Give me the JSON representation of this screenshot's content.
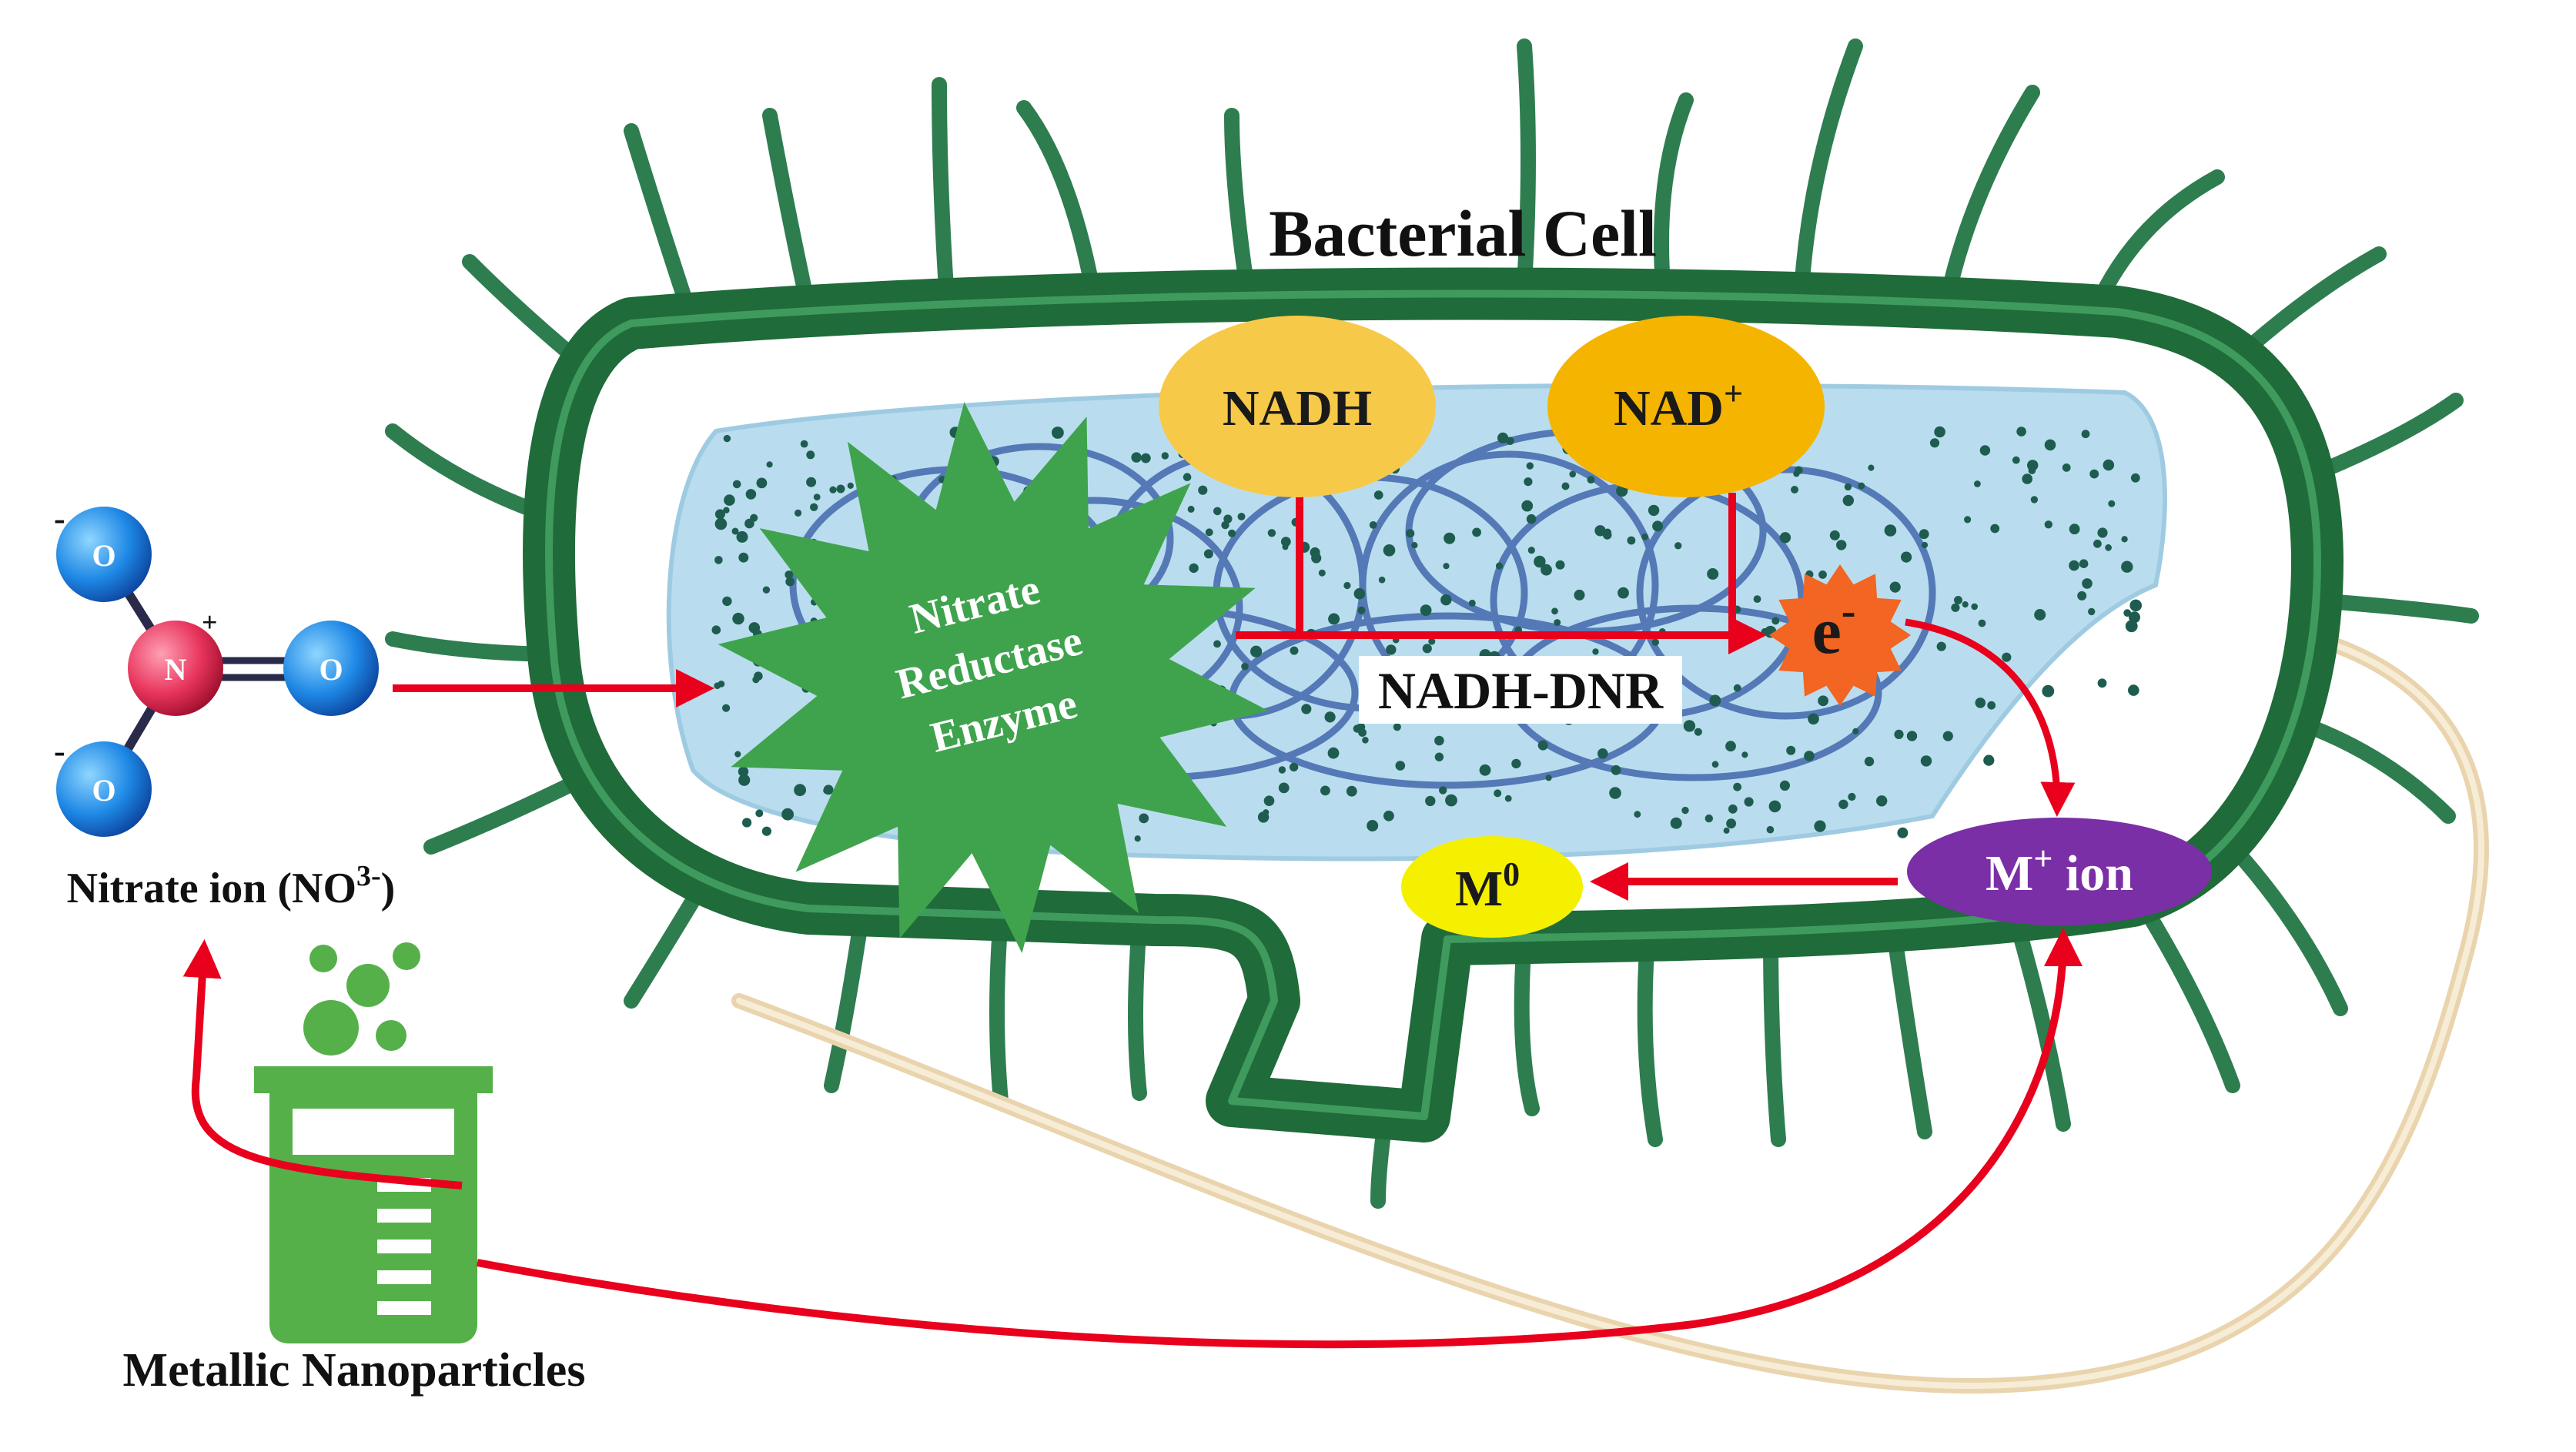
{
  "title": "Bacterial Cell",
  "enzyme": {
    "line1": "Nitrate",
    "line2": "Reductase",
    "line3": "Enzyme"
  },
  "cofactors": {
    "nadh": "NADH",
    "nad_plus": {
      "base": "NAD",
      "sup": "+"
    }
  },
  "pathway_label": "NADH-DNR",
  "electron": {
    "base": "e",
    "sup": "-"
  },
  "metal_ion": {
    "base": "M",
    "sup": "+",
    "suffix": " ion"
  },
  "metal_zero": {
    "base": "M",
    "sup": "0"
  },
  "nitrate": {
    "caption_base": "Nitrate ion (NO",
    "caption_sup": "3-",
    "caption_end": ")",
    "atom_n": "N",
    "atom_o": "O",
    "charge_plus": "+",
    "charge_minus": "-"
  },
  "beaker_label": "Metallic Nanoparticles",
  "colors": {
    "cell_wall": "#1f6b3a",
    "flagella": "#2e7d4f",
    "cytoplasm": "#b9ddee",
    "enzyme": "#3fa34d",
    "nadh": "#f7c948",
    "nad_plus": "#f5b400",
    "electron": "#f26522",
    "metal_ion": "#7b2fa6",
    "metal_zero": "#f5f000",
    "arrow": "#e8001c",
    "beaker": "#55b04a",
    "dna": "#4a6fb0",
    "pilus": "#eedcb8"
  }
}
